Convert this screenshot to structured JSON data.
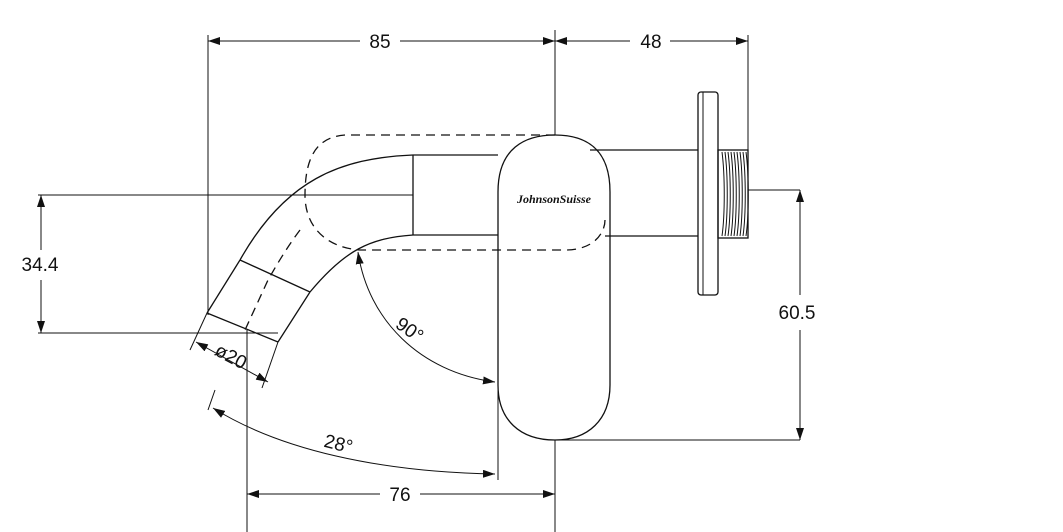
{
  "dimensions": {
    "top_left_width": "85",
    "top_right_width": "48",
    "left_height": "34.4",
    "right_height": "60.5",
    "bottom_width": "76",
    "pipe_diameter": "ø20",
    "bend_angle": "90°",
    "tilt_angle": "28°"
  },
  "brand": "JohnsonSuisse",
  "colors": {
    "line": "#111111",
    "background": "#ffffff"
  }
}
